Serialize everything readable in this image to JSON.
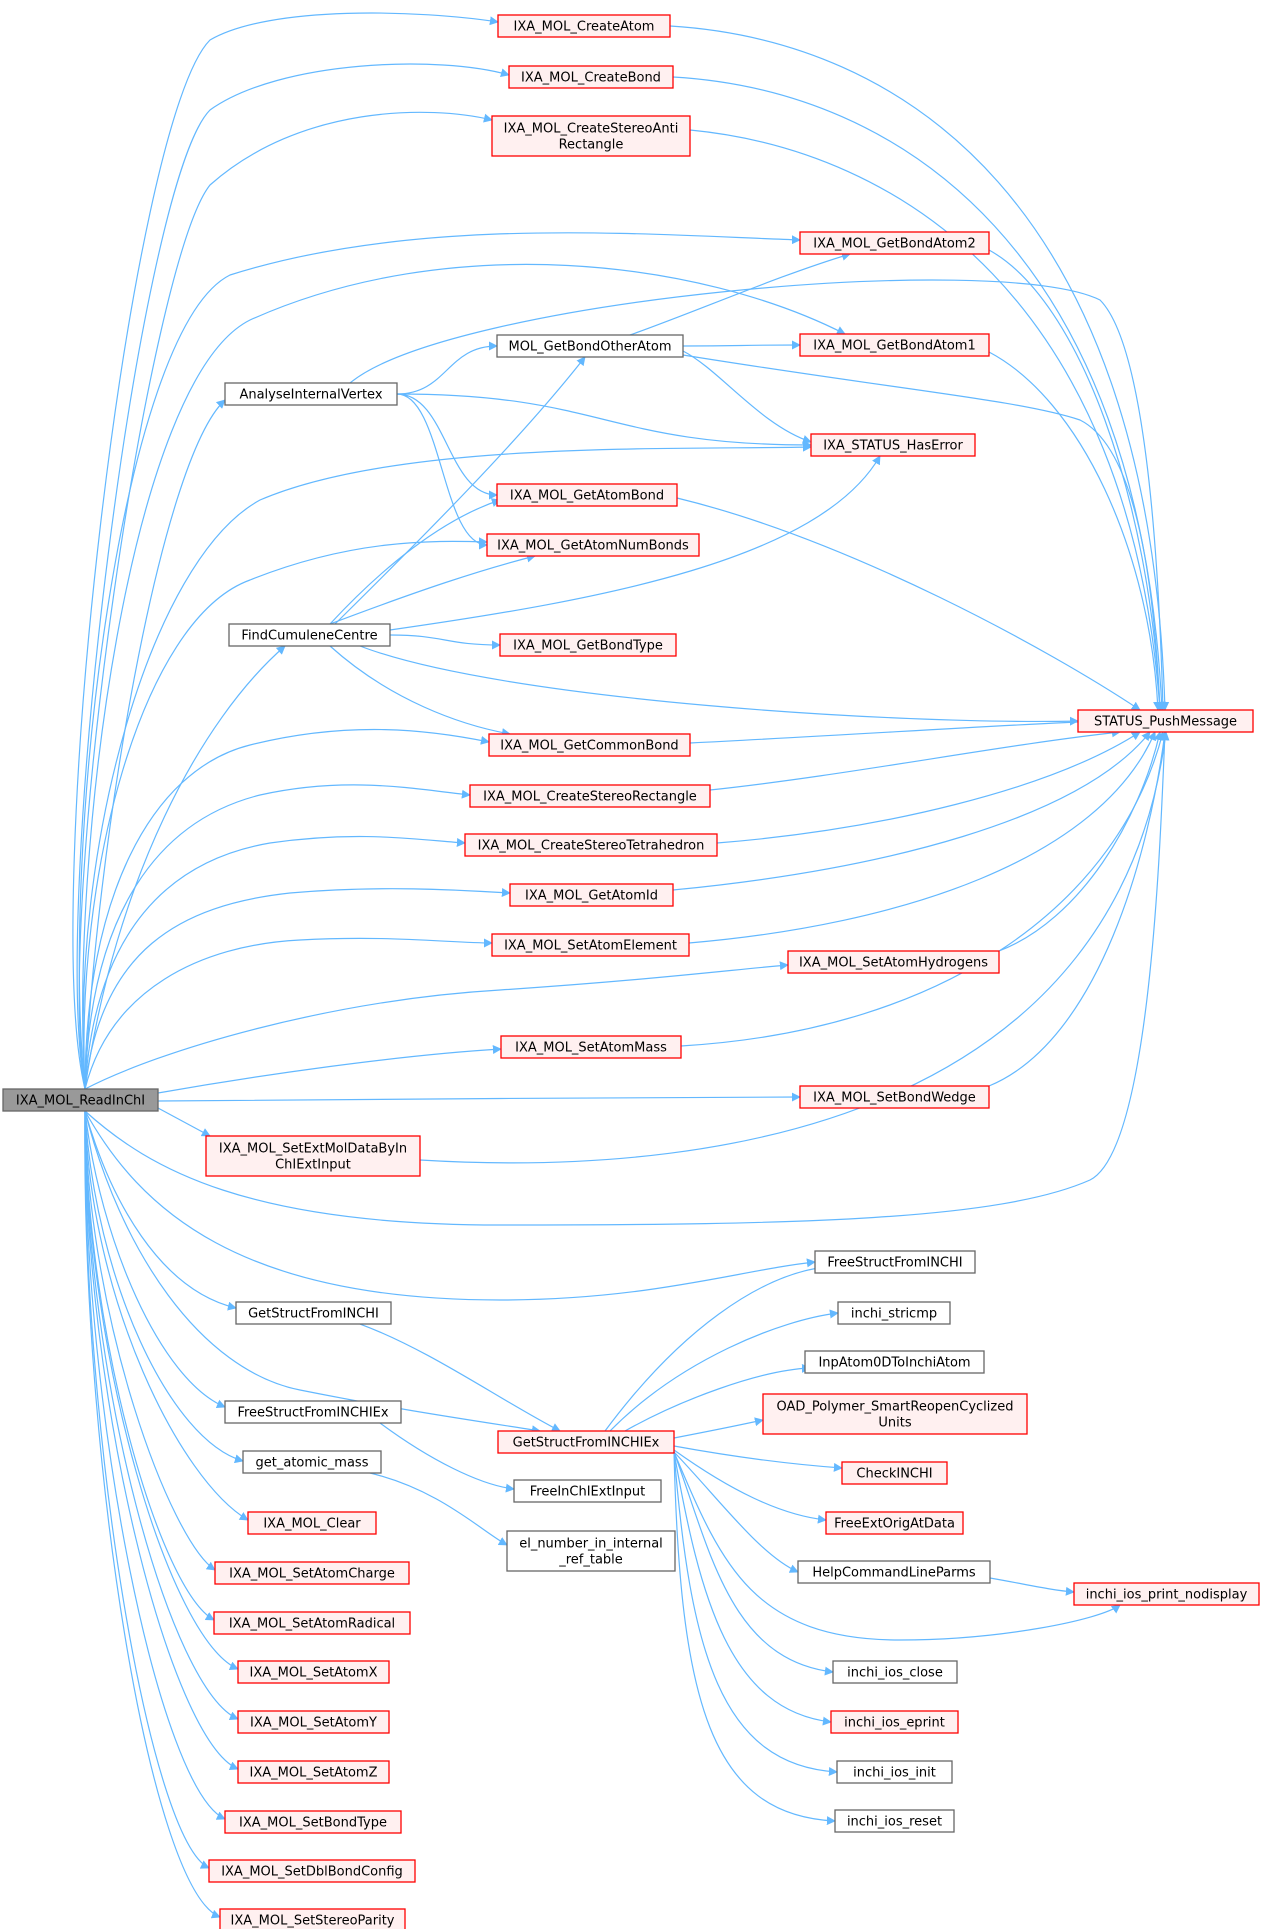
{
  "diagram": {
    "colors": {
      "edge": "#63b8ff",
      "red_border": "#ff0000",
      "red_fill": "#fff0f0",
      "gray_border": "#666666",
      "white_fill": "#ffffff",
      "root_fill": "#999999",
      "root_border": "#666666",
      "text": "#000000"
    },
    "nodes": {
      "root": {
        "lines": [
          "IXA_MOL_ReadInChI"
        ],
        "style": "root"
      },
      "createAtom": {
        "lines": [
          "IXA_MOL_CreateAtom"
        ],
        "style": "red"
      },
      "createBond": {
        "lines": [
          "IXA_MOL_CreateBond"
        ],
        "style": "red"
      },
      "createStereoAnti": {
        "lines": [
          "IXA_MOL_CreateStereoAnti",
          "Rectangle"
        ],
        "style": "red"
      },
      "getBondAtom2": {
        "lines": [
          "IXA_MOL_GetBondAtom2"
        ],
        "style": "red"
      },
      "molGetBondOther": {
        "lines": [
          "MOL_GetBondOtherAtom"
        ],
        "style": "gray"
      },
      "getBondAtom1": {
        "lines": [
          "IXA_MOL_GetBondAtom1"
        ],
        "style": "red"
      },
      "analyse": {
        "lines": [
          "AnalyseInternalVertex"
        ],
        "style": "gray"
      },
      "hasError": {
        "lines": [
          "IXA_STATUS_HasError"
        ],
        "style": "red"
      },
      "getAtomBond": {
        "lines": [
          "IXA_MOL_GetAtomBond"
        ],
        "style": "red"
      },
      "getAtomNumBonds": {
        "lines": [
          "IXA_MOL_GetAtomNumBonds"
        ],
        "style": "red"
      },
      "findCumulene": {
        "lines": [
          "FindCumuleneCentre"
        ],
        "style": "gray"
      },
      "getBondType": {
        "lines": [
          "IXA_MOL_GetBondType"
        ],
        "style": "red"
      },
      "pushMessage": {
        "lines": [
          "STATUS_PushMessage"
        ],
        "style": "red"
      },
      "getCommonBond": {
        "lines": [
          "IXA_MOL_GetCommonBond"
        ],
        "style": "red"
      },
      "createStereoRect": {
        "lines": [
          "IXA_MOL_CreateStereoRectangle"
        ],
        "style": "red"
      },
      "createStereoTetra": {
        "lines": [
          "IXA_MOL_CreateStereoTetrahedron"
        ],
        "style": "red"
      },
      "getAtomId": {
        "lines": [
          "IXA_MOL_GetAtomId"
        ],
        "style": "red"
      },
      "setAtomElement": {
        "lines": [
          "IXA_MOL_SetAtomElement"
        ],
        "style": "red"
      },
      "setAtomHydrogens": {
        "lines": [
          "IXA_MOL_SetAtomHydrogens"
        ],
        "style": "red"
      },
      "setAtomMass": {
        "lines": [
          "IXA_MOL_SetAtomMass"
        ],
        "style": "red"
      },
      "setBondWedge": {
        "lines": [
          "IXA_MOL_SetBondWedge"
        ],
        "style": "red"
      },
      "setExtMol": {
        "lines": [
          "IXA_MOL_SetExtMolDataByIn",
          "ChIExtInput"
        ],
        "style": "red"
      },
      "freeStructFromInchi": {
        "lines": [
          "FreeStructFromINCHI"
        ],
        "style": "gray"
      },
      "getStructFromInchi": {
        "lines": [
          "GetStructFromINCHI"
        ],
        "style": "gray"
      },
      "inchiStricmp": {
        "lines": [
          "inchi_stricmp"
        ],
        "style": "gray"
      },
      "inpAtom0D": {
        "lines": [
          "InpAtom0DToInchiAtom"
        ],
        "style": "gray"
      },
      "oadPolymer": {
        "lines": [
          "OAD_Polymer_SmartReopenCyclized",
          "Units"
        ],
        "style": "red"
      },
      "getStructFromInchiEx": {
        "lines": [
          "GetStructFromINCHIEx"
        ],
        "style": "red"
      },
      "freeStructFromInchiEx": {
        "lines": [
          "FreeStructFromINCHIEx"
        ],
        "style": "gray"
      },
      "checkInchi": {
        "lines": [
          "CheckINCHI"
        ],
        "style": "red"
      },
      "getAtomicMass": {
        "lines": [
          "get_atomic_mass"
        ],
        "style": "gray"
      },
      "freeInchiExtInput": {
        "lines": [
          "FreeInChIExtInput"
        ],
        "style": "gray"
      },
      "freeExtOrig": {
        "lines": [
          "FreeExtOrigAtData"
        ],
        "style": "red"
      },
      "molClear": {
        "lines": [
          "IXA_MOL_Clear"
        ],
        "style": "red"
      },
      "elNumber": {
        "lines": [
          "el_number_in_internal",
          "_ref_table"
        ],
        "style": "gray"
      },
      "helpCmd": {
        "lines": [
          "HelpCommandLineParms"
        ],
        "style": "gray"
      },
      "setAtomCharge": {
        "lines": [
          "IXA_MOL_SetAtomCharge"
        ],
        "style": "red"
      },
      "iosPrintNodisplay": {
        "lines": [
          "inchi_ios_print_nodisplay"
        ],
        "style": "red"
      },
      "setAtomRadical": {
        "lines": [
          "IXA_MOL_SetAtomRadical"
        ],
        "style": "red"
      },
      "iosClose": {
        "lines": [
          "inchi_ios_close"
        ],
        "style": "gray"
      },
      "setAtomX": {
        "lines": [
          "IXA_MOL_SetAtomX"
        ],
        "style": "red"
      },
      "iosEprint": {
        "lines": [
          "inchi_ios_eprint"
        ],
        "style": "red"
      },
      "setAtomY": {
        "lines": [
          "IXA_MOL_SetAtomY"
        ],
        "style": "red"
      },
      "iosInit": {
        "lines": [
          "inchi_ios_init"
        ],
        "style": "gray"
      },
      "setAtomZ": {
        "lines": [
          "IXA_MOL_SetAtomZ"
        ],
        "style": "red"
      },
      "iosReset": {
        "lines": [
          "inchi_ios_reset"
        ],
        "style": "gray"
      },
      "setBondType": {
        "lines": [
          "IXA_MOL_SetBondType"
        ],
        "style": "red"
      },
      "setDblBond": {
        "lines": [
          "IXA_MOL_SetDblBondConfig"
        ],
        "style": "red"
      },
      "setStereoParity": {
        "lines": [
          "IXA_MOL_SetStereoParity"
        ],
        "style": "red"
      }
    },
    "edges": [
      [
        "root",
        "createAtom"
      ],
      [
        "root",
        "createBond"
      ],
      [
        "root",
        "createStereoAnti"
      ],
      [
        "root",
        "getBondAtom2"
      ],
      [
        "root",
        "getBondAtom1"
      ],
      [
        "root",
        "analyse"
      ],
      [
        "root",
        "hasError"
      ],
      [
        "root",
        "getAtomNumBonds"
      ],
      [
        "root",
        "findCumulene"
      ],
      [
        "root",
        "getCommonBond"
      ],
      [
        "root",
        "createStereoRect"
      ],
      [
        "root",
        "createStereoTetra"
      ],
      [
        "root",
        "getAtomId"
      ],
      [
        "root",
        "setAtomElement"
      ],
      [
        "root",
        "setAtomHydrogens"
      ],
      [
        "root",
        "setAtomMass"
      ],
      [
        "root",
        "setBondWedge"
      ],
      [
        "root",
        "setExtMol"
      ],
      [
        "root",
        "pushMessage"
      ],
      [
        "root",
        "freeStructFromInchi"
      ],
      [
        "root",
        "getStructFromInchi"
      ],
      [
        "root",
        "getStructFromInchiEx"
      ],
      [
        "root",
        "freeStructFromInchiEx"
      ],
      [
        "root",
        "getAtomicMass"
      ],
      [
        "root",
        "molClear"
      ],
      [
        "root",
        "setAtomCharge"
      ],
      [
        "root",
        "setAtomRadical"
      ],
      [
        "root",
        "setAtomX"
      ],
      [
        "root",
        "setAtomY"
      ],
      [
        "root",
        "setAtomZ"
      ],
      [
        "root",
        "setBondType"
      ],
      [
        "root",
        "setDblBond"
      ],
      [
        "root",
        "setStereoParity"
      ],
      [
        "createAtom",
        "pushMessage"
      ],
      [
        "createBond",
        "pushMessage"
      ],
      [
        "createStereoAnti",
        "pushMessage"
      ],
      [
        "getBondAtom2",
        "pushMessage"
      ],
      [
        "getBondAtom1",
        "pushMessage"
      ],
      [
        "getAtomBond",
        "pushMessage"
      ],
      [
        "getCommonBond",
        "pushMessage"
      ],
      [
        "createStereoRect",
        "pushMessage"
      ],
      [
        "createStereoTetra",
        "pushMessage"
      ],
      [
        "getAtomId",
        "pushMessage"
      ],
      [
        "setAtomElement",
        "pushMessage"
      ],
      [
        "setAtomHydrogens",
        "pushMessage"
      ],
      [
        "setAtomMass",
        "pushMessage"
      ],
      [
        "setBondWedge",
        "pushMessage"
      ],
      [
        "setExtMol",
        "pushMessage"
      ],
      [
        "analyse",
        "molGetBondOther"
      ],
      [
        "analyse",
        "hasError"
      ],
      [
        "analyse",
        "getAtomBond"
      ],
      [
        "analyse",
        "getAtomNumBonds"
      ],
      [
        "analyse",
        "pushMessage"
      ],
      [
        "molGetBondOther",
        "getBondAtom2"
      ],
      [
        "molGetBondOther",
        "getBondAtom1"
      ],
      [
        "molGetBondOther",
        "hasError"
      ],
      [
        "molGetBondOther",
        "pushMessage"
      ],
      [
        "findCumulene",
        "molGetBondOther"
      ],
      [
        "findCumulene",
        "getAtomBond"
      ],
      [
        "findCumulene",
        "getAtomNumBonds"
      ],
      [
        "findCumulene",
        "hasError"
      ],
      [
        "findCumulene",
        "getBondType"
      ],
      [
        "findCumulene",
        "getCommonBond"
      ],
      [
        "findCumulene",
        "pushMessage"
      ],
      [
        "getStructFromInchi",
        "getStructFromInchiEx"
      ],
      [
        "freeStructFromInchiEx",
        "freeInchiExtInput"
      ],
      [
        "getAtomicMass",
        "elNumber"
      ],
      [
        "getStructFromInchiEx",
        "freeStructFromInchi"
      ],
      [
        "getStructFromInchiEx",
        "inchiStricmp"
      ],
      [
        "getStructFromInchiEx",
        "inpAtom0D"
      ],
      [
        "getStructFromInchiEx",
        "oadPolymer"
      ],
      [
        "getStructFromInchiEx",
        "checkInchi"
      ],
      [
        "getStructFromInchiEx",
        "freeExtOrig"
      ],
      [
        "getStructFromInchiEx",
        "helpCmd"
      ],
      [
        "getStructFromInchiEx",
        "iosPrintNodisplay"
      ],
      [
        "getStructFromInchiEx",
        "iosClose"
      ],
      [
        "getStructFromInchiEx",
        "iosEprint"
      ],
      [
        "getStructFromInchiEx",
        "iosInit"
      ],
      [
        "getStructFromInchiEx",
        "iosReset"
      ],
      [
        "helpCmd",
        "iosPrintNodisplay"
      ]
    ]
  }
}
